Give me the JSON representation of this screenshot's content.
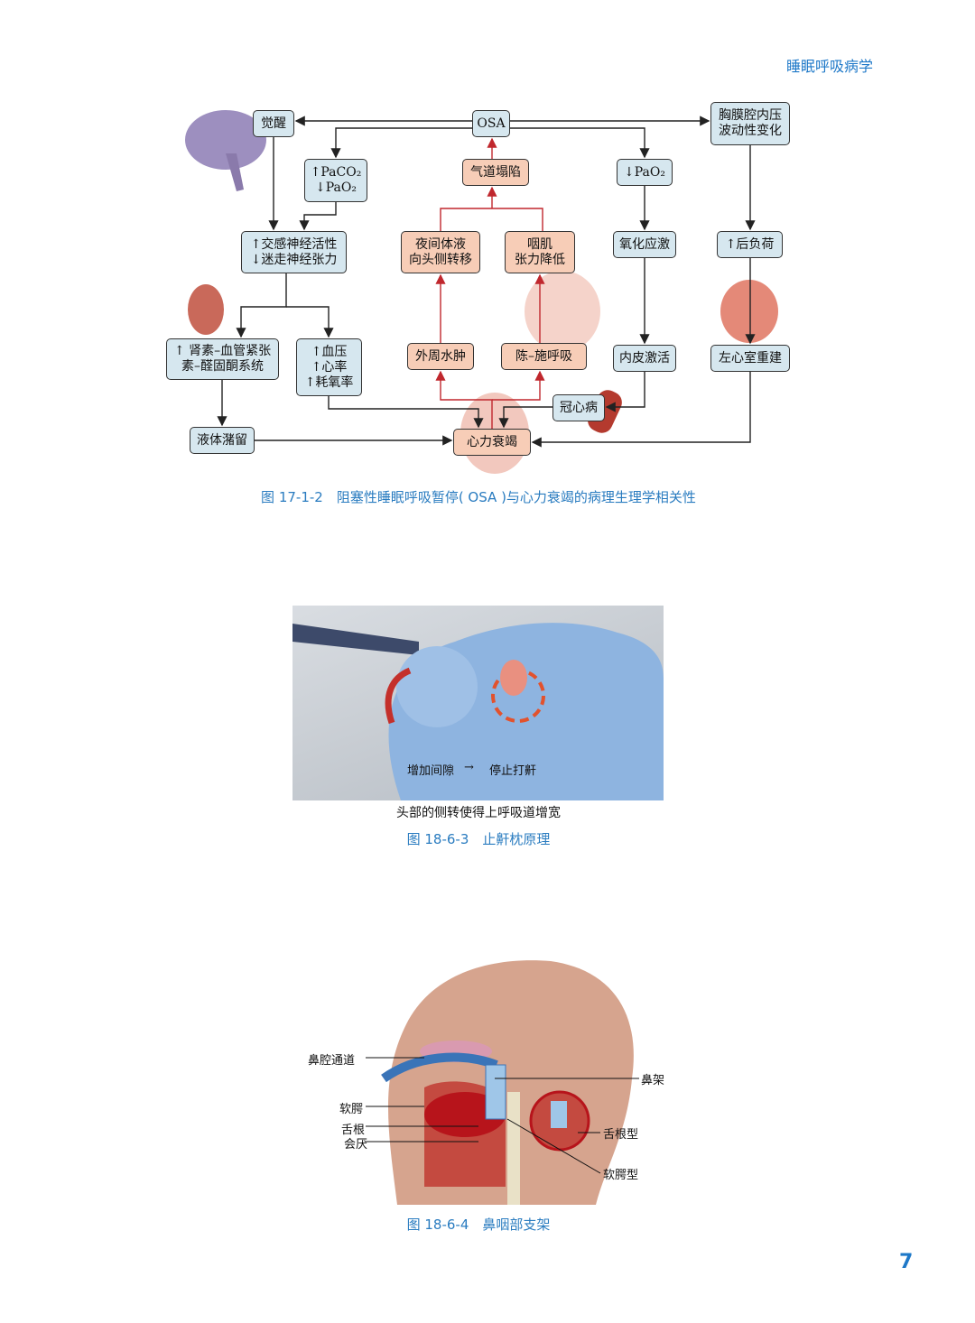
{
  "header": {
    "running_title": "睡眠呼吸病学"
  },
  "figure1": {
    "boxes": {
      "arousal": "觉醒",
      "osa": "OSA",
      "pleural": "胸膜腔内压\n波动性变化",
      "paco2": "↑PaCO₂\n↓PaO₂",
      "airway": "气道塌陷",
      "pao2": "↓PaO₂",
      "sympathetic": "↑交感神经活性\n↓迷走神经张力",
      "fluid_shift": "夜间体液\n向头侧转移",
      "pharynx": "咽肌\n张力降低",
      "oxidative": "氧化应激",
      "afterload": "↑后负荷",
      "raas": "↑ 肾素–血管紧张\n素–醛固酮系统",
      "bp": "↑血压\n↑心率\n↑耗氧率",
      "edema": "外周水肿",
      "cheyne": "陈–施呼吸",
      "endothelial": "内皮激活",
      "lv_remodel": "左心室重建",
      "chd": "冠心病",
      "retention": "液体潴留",
      "hf": "心力衰竭"
    },
    "caption": "图 17-1-2　阻塞性睡眠呼吸暂停( OSA )与心力衰竭的病理生理学相关性"
  },
  "figure2": {
    "photo_text_left": "增加间隙",
    "photo_text_right": "停止打鼾",
    "subtitle": "头部的侧转使得上呼吸道增宽",
    "caption": "图 18-6-3　止鼾枕原理"
  },
  "figure3": {
    "labels": {
      "nasal": "鼻腔通道",
      "soft_palate": "软腭",
      "tongue_base": "舌根",
      "epiglottis": "会厌",
      "stent": "鼻架",
      "tongue_type": "舌根型",
      "palate_type": "软腭型"
    },
    "caption": "图 18-6-4　鼻咽部支架"
  },
  "page_number": "7"
}
